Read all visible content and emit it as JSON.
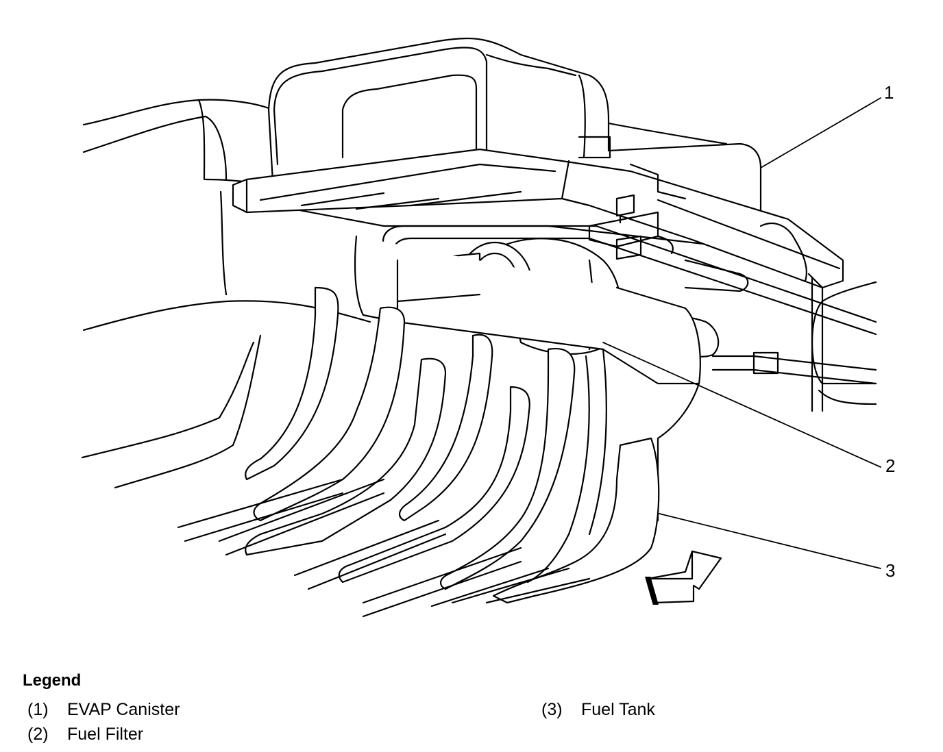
{
  "callouts": {
    "c1": "1",
    "c2": "2",
    "c3": "3"
  },
  "legend": {
    "title": "Legend",
    "items": [
      {
        "num": "(1)",
        "label": "EVAP Canister"
      },
      {
        "num": "(2)",
        "label": "Fuel Filter"
      },
      {
        "num": "(3)",
        "label": "Fuel Tank"
      }
    ]
  }
}
